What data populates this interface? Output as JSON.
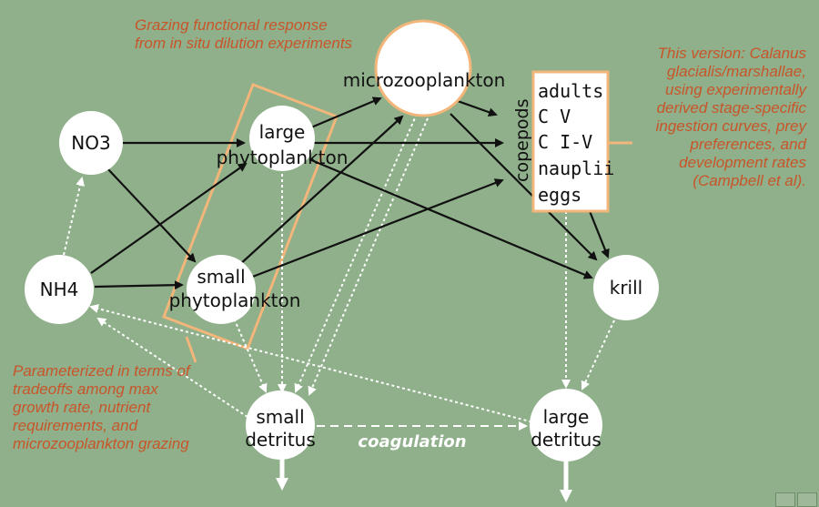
{
  "nodes": {
    "no3": "NO3",
    "nh4": "NH4",
    "large_phyto_1": "large",
    "large_phyto_2": "phytoplankton",
    "small_phyto_1": "small",
    "small_phyto_2": "phytoplankton",
    "microzoo": "microzooplankton",
    "krill": "krill",
    "small_det_1": "small",
    "small_det_2": "detritus",
    "large_det_1": "large",
    "large_det_2": "detritus"
  },
  "copepods": {
    "title": "copepods",
    "stages": [
      "adults",
      "C V",
      "C I-V",
      "nauplii",
      "eggs"
    ]
  },
  "edge_labels": {
    "coagulation": "coagulation"
  },
  "annotations": {
    "grazing": [
      "Grazing functional response",
      "from in situ dilution experiments"
    ],
    "version": [
      "This version: Calanus",
      "glacialis/marshallae,",
      "using experimentally",
      "derived stage-specific",
      "ingestion curves, prey",
      "preferences, and",
      "development rates",
      "(Campbell et al)."
    ],
    "parameterized": [
      "Parameterized in terms of",
      "tradeoffs among max",
      "growth rate, nutrient",
      "requirements, and",
      "microzooplankton grazing"
    ]
  },
  "colors": {
    "background": "#8fb08a",
    "accent": "#f2b57a",
    "annotation_text": "#c8552a",
    "arrow": "#111111",
    "dotted_arrow": "#ffffff"
  }
}
